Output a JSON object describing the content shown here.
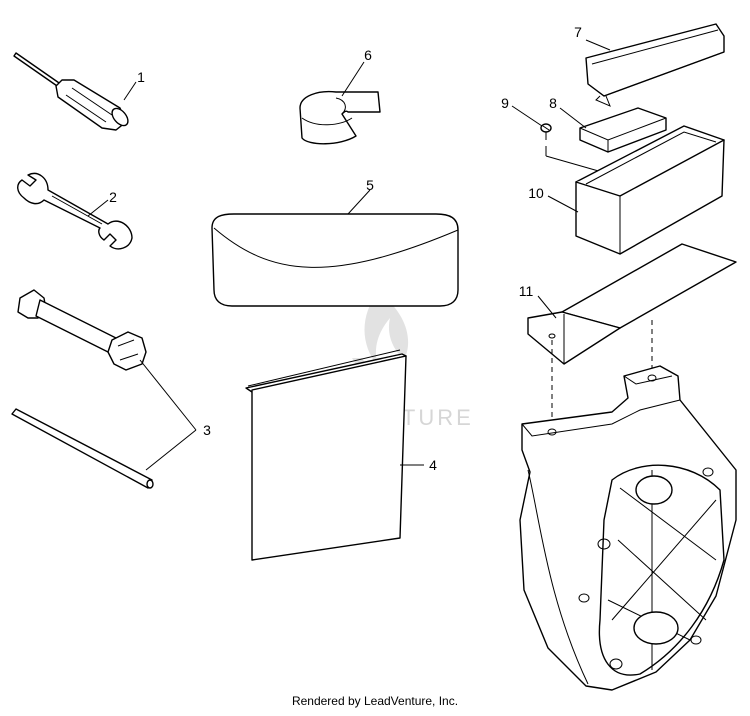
{
  "callouts": {
    "c1": "1",
    "c2": "2",
    "c3": "3",
    "c4": "4",
    "c5": "5",
    "c6": "6",
    "c7": "7",
    "c8": "8",
    "c9": "9",
    "c10": "10",
    "c11": "11"
  },
  "watermark": {
    "text": "LEADVENTURE",
    "color": "#d6d6d6"
  },
  "footer": {
    "text": "Rendered by LeadVenture, Inc."
  }
}
